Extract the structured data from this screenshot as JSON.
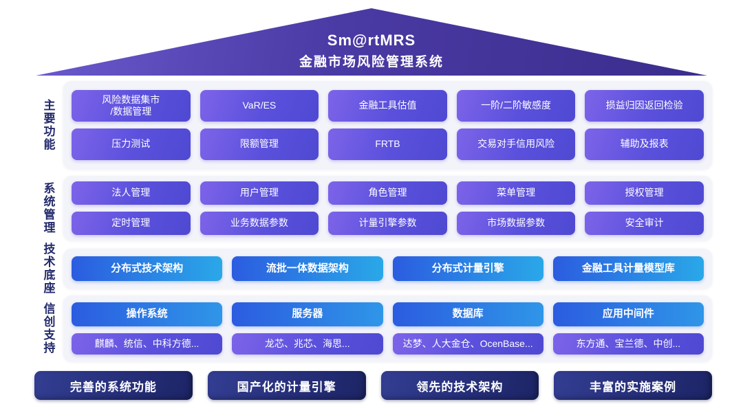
{
  "roof": {
    "title": "Sm@rtMRS",
    "subtitle": "金融市场风险管理系统"
  },
  "sections": [
    {
      "label": "主要功能",
      "rows": [
        [
          "风险数据集市\n/数据管理",
          "VaR/ES",
          "金融工具估值",
          "一阶/二阶敏感度",
          "损益归因返回检验"
        ],
        [
          "压力测试",
          "限额管理",
          "FRTB",
          "交易对手信用风险",
          "辅助及报表"
        ]
      ]
    },
    {
      "label": "系统管理",
      "rows": [
        [
          "法人管理",
          "用户管理",
          "角色管理",
          "菜单管理",
          "授权管理"
        ],
        [
          "定时管理",
          "业务数据参数",
          "计量引擎参数",
          "市场数据参数",
          "安全审计"
        ]
      ]
    },
    {
      "label": "技术底座",
      "rows": [
        [
          "分布式技术架构",
          "流批一体数据架构",
          "分布式计量引擎",
          "金融工具计量模型库"
        ]
      ]
    },
    {
      "label": "信创支持",
      "rows": [
        [
          "操作系统",
          "服务器",
          "数据库",
          "应用中间件"
        ],
        [
          "麒麟、统信、中科方德...",
          "龙芯、兆芯、海思...",
          "达梦、人大金仓、OcenBase...",
          "东方通、宝兰德、中创..."
        ]
      ]
    }
  ],
  "footer": [
    "完善的系统功能",
    "国产化的计量引擎",
    "领先的技术架构",
    "丰富的实施案例"
  ],
  "colors": {
    "roof_gradient": [
      "#6a5ace",
      "#3a2d8c"
    ],
    "purple_pill": [
      "#7d64e9",
      "#4f49d2"
    ],
    "tech_pill": [
      "#2b5ce0",
      "#2aa8e8"
    ],
    "category_pill": [
      "#2b5ce0",
      "#2f96e8"
    ],
    "highlight_pill": [
      "#333e92",
      "#1d2566"
    ],
    "panel_bg": "#f3f3fa",
    "label_text": "#232a6b"
  }
}
